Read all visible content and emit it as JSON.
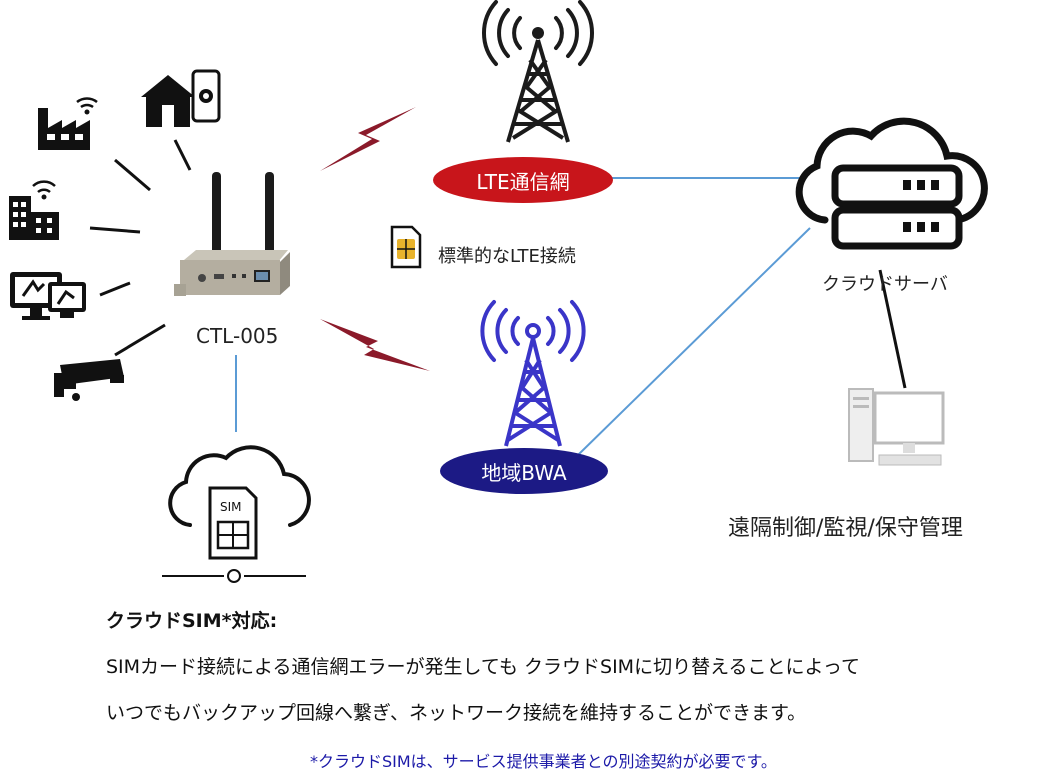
{
  "diagram": {
    "device_label": "CTL-005",
    "lte_network_label": "LTE通信網",
    "bwa_network_label": "地域BWA",
    "sim_card_label": "標準的なLTE接続",
    "cloud_server_label": "クラウドサーバ",
    "remote_label": "遠隔制御/監視/保守管理",
    "sim_icon_text": "SIM",
    "icons": [
      "factory-wifi-icon",
      "smart-home-icon",
      "building-wifi-icon",
      "remote-desktop-icon",
      "security-camera-icon",
      "router-device",
      "lte-tower-icon",
      "bwa-tower-icon",
      "sim-card-icon",
      "cloud-server-icon",
      "desktop-pc-icon",
      "cloud-sim-icon"
    ],
    "colors": {
      "lte_oval": "#c8151b",
      "bwa_oval": "#1c1a85",
      "bwa_tower": "#3a35c8",
      "link_line": "#5b9bd5",
      "bolt": "#8b1a2a"
    }
  },
  "footer": {
    "title": "クラウドSIM*対応:",
    "line1": "SIMカード接続による通信網エラーが発生しても クラウドSIMに切り替えることによって",
    "line2": "いつでもバックアップ回線へ繋ぎ、ネットワーク接続を維持することができます。",
    "footnote": "*クラウドSIMは、サービス提供事業者との別途契約が必要です。"
  }
}
